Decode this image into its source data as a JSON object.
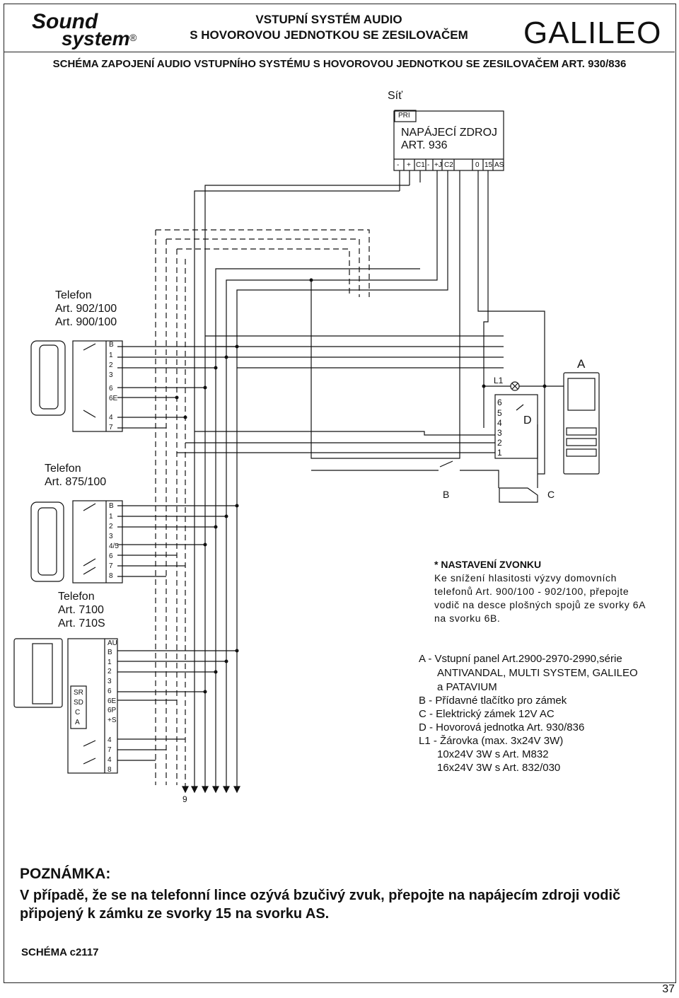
{
  "header": {
    "brand_top": "Sound",
    "brand_bottom": "system",
    "brand_reg": "®",
    "title_line1": "VSTUPNÍ SYSTÉM AUDIO",
    "title_line2": "S HOVOROVOU JEDNOTKOU SE ZESILOVAČEM",
    "brand_right": "GALILEO"
  },
  "schema_title": "SCHÉMA ZAPOJENÍ AUDIO VSTUPNÍHO SYSTÉMU S HOVOROVOU JEDNOTKOU SE ZESILOVAČEM ART. 930/836",
  "power": {
    "mains_label": "Síť",
    "pri_label": "PRI",
    "name_line1": "NAPÁJECÍ ZDROJ",
    "name_line2": "ART. 936",
    "terminals": [
      "-",
      "+",
      "C1",
      "-",
      "+J",
      "C2",
      "0",
      "15",
      "AS"
    ]
  },
  "phone1": {
    "line1": "Telefon",
    "line2": "Art. 902/100",
    "line3": "Art. 900/100",
    "terminals": [
      "B",
      "1",
      "2",
      "3",
      "6",
      "6E",
      "4",
      "7"
    ]
  },
  "phone2": {
    "line1": "Telefon",
    "line2": "Art. 875/100",
    "terminals": [
      "B",
      "1",
      "2",
      "3",
      "4/5",
      "6",
      "7",
      "8"
    ]
  },
  "phone3": {
    "line1": "Telefon",
    "line2": "Art. 7100",
    "line3": "Art. 710S",
    "terminals": [
      "AU",
      "B",
      "1",
      "2",
      "3",
      "6",
      "6E",
      "6P",
      "+S",
      "4",
      "7",
      "4",
      "8"
    ],
    "side_terminals": [
      "SR",
      "SD",
      "C",
      "A"
    ]
  },
  "unit": {
    "lamp_label": "L1",
    "unit_label": "D",
    "terminals": [
      "6",
      "5",
      "4",
      "3",
      "2",
      "1"
    ]
  },
  "labels": {
    "A": "A",
    "B": "B",
    "C": "C",
    "ground": "9"
  },
  "bell_note": {
    "title": "* NASTAVENÍ ZVONKU",
    "lines": [
      "Ke snížení hlasitosti výzvy domovních",
      "telefonů Art. 900/100 - 902/100, přepojte",
      "vodič na desce plošných spojů ze svorky 6A",
      "na svorku 6B."
    ]
  },
  "legend": [
    "A - Vstupní panel Art.2900-2970-2990,série",
    "ANTIVANDAL, MULTI SYSTEM, GALILEO",
    "a PATAVIUM",
    "B - Přídavné tlačítko pro zámek",
    "C - Elektrický zámek 12V AC",
    "D - Hovorová jednotka Art. 930/836",
    "L1 - Žárovka (max. 3x24V 3W)",
    "10x24V 3W s Art. M832",
    "16x24V 3W s Art. 832/030"
  ],
  "note": {
    "title": "POZNÁMKA:",
    "text": "V případě, že se na telefonní lince ozývá bzučivý zvuk, přepojte na napájecím zdroji vodič připojený k zámku ze svorky 15 na svorku AS."
  },
  "schema_code": "SCHÉMA c2117",
  "page_number": "37"
}
